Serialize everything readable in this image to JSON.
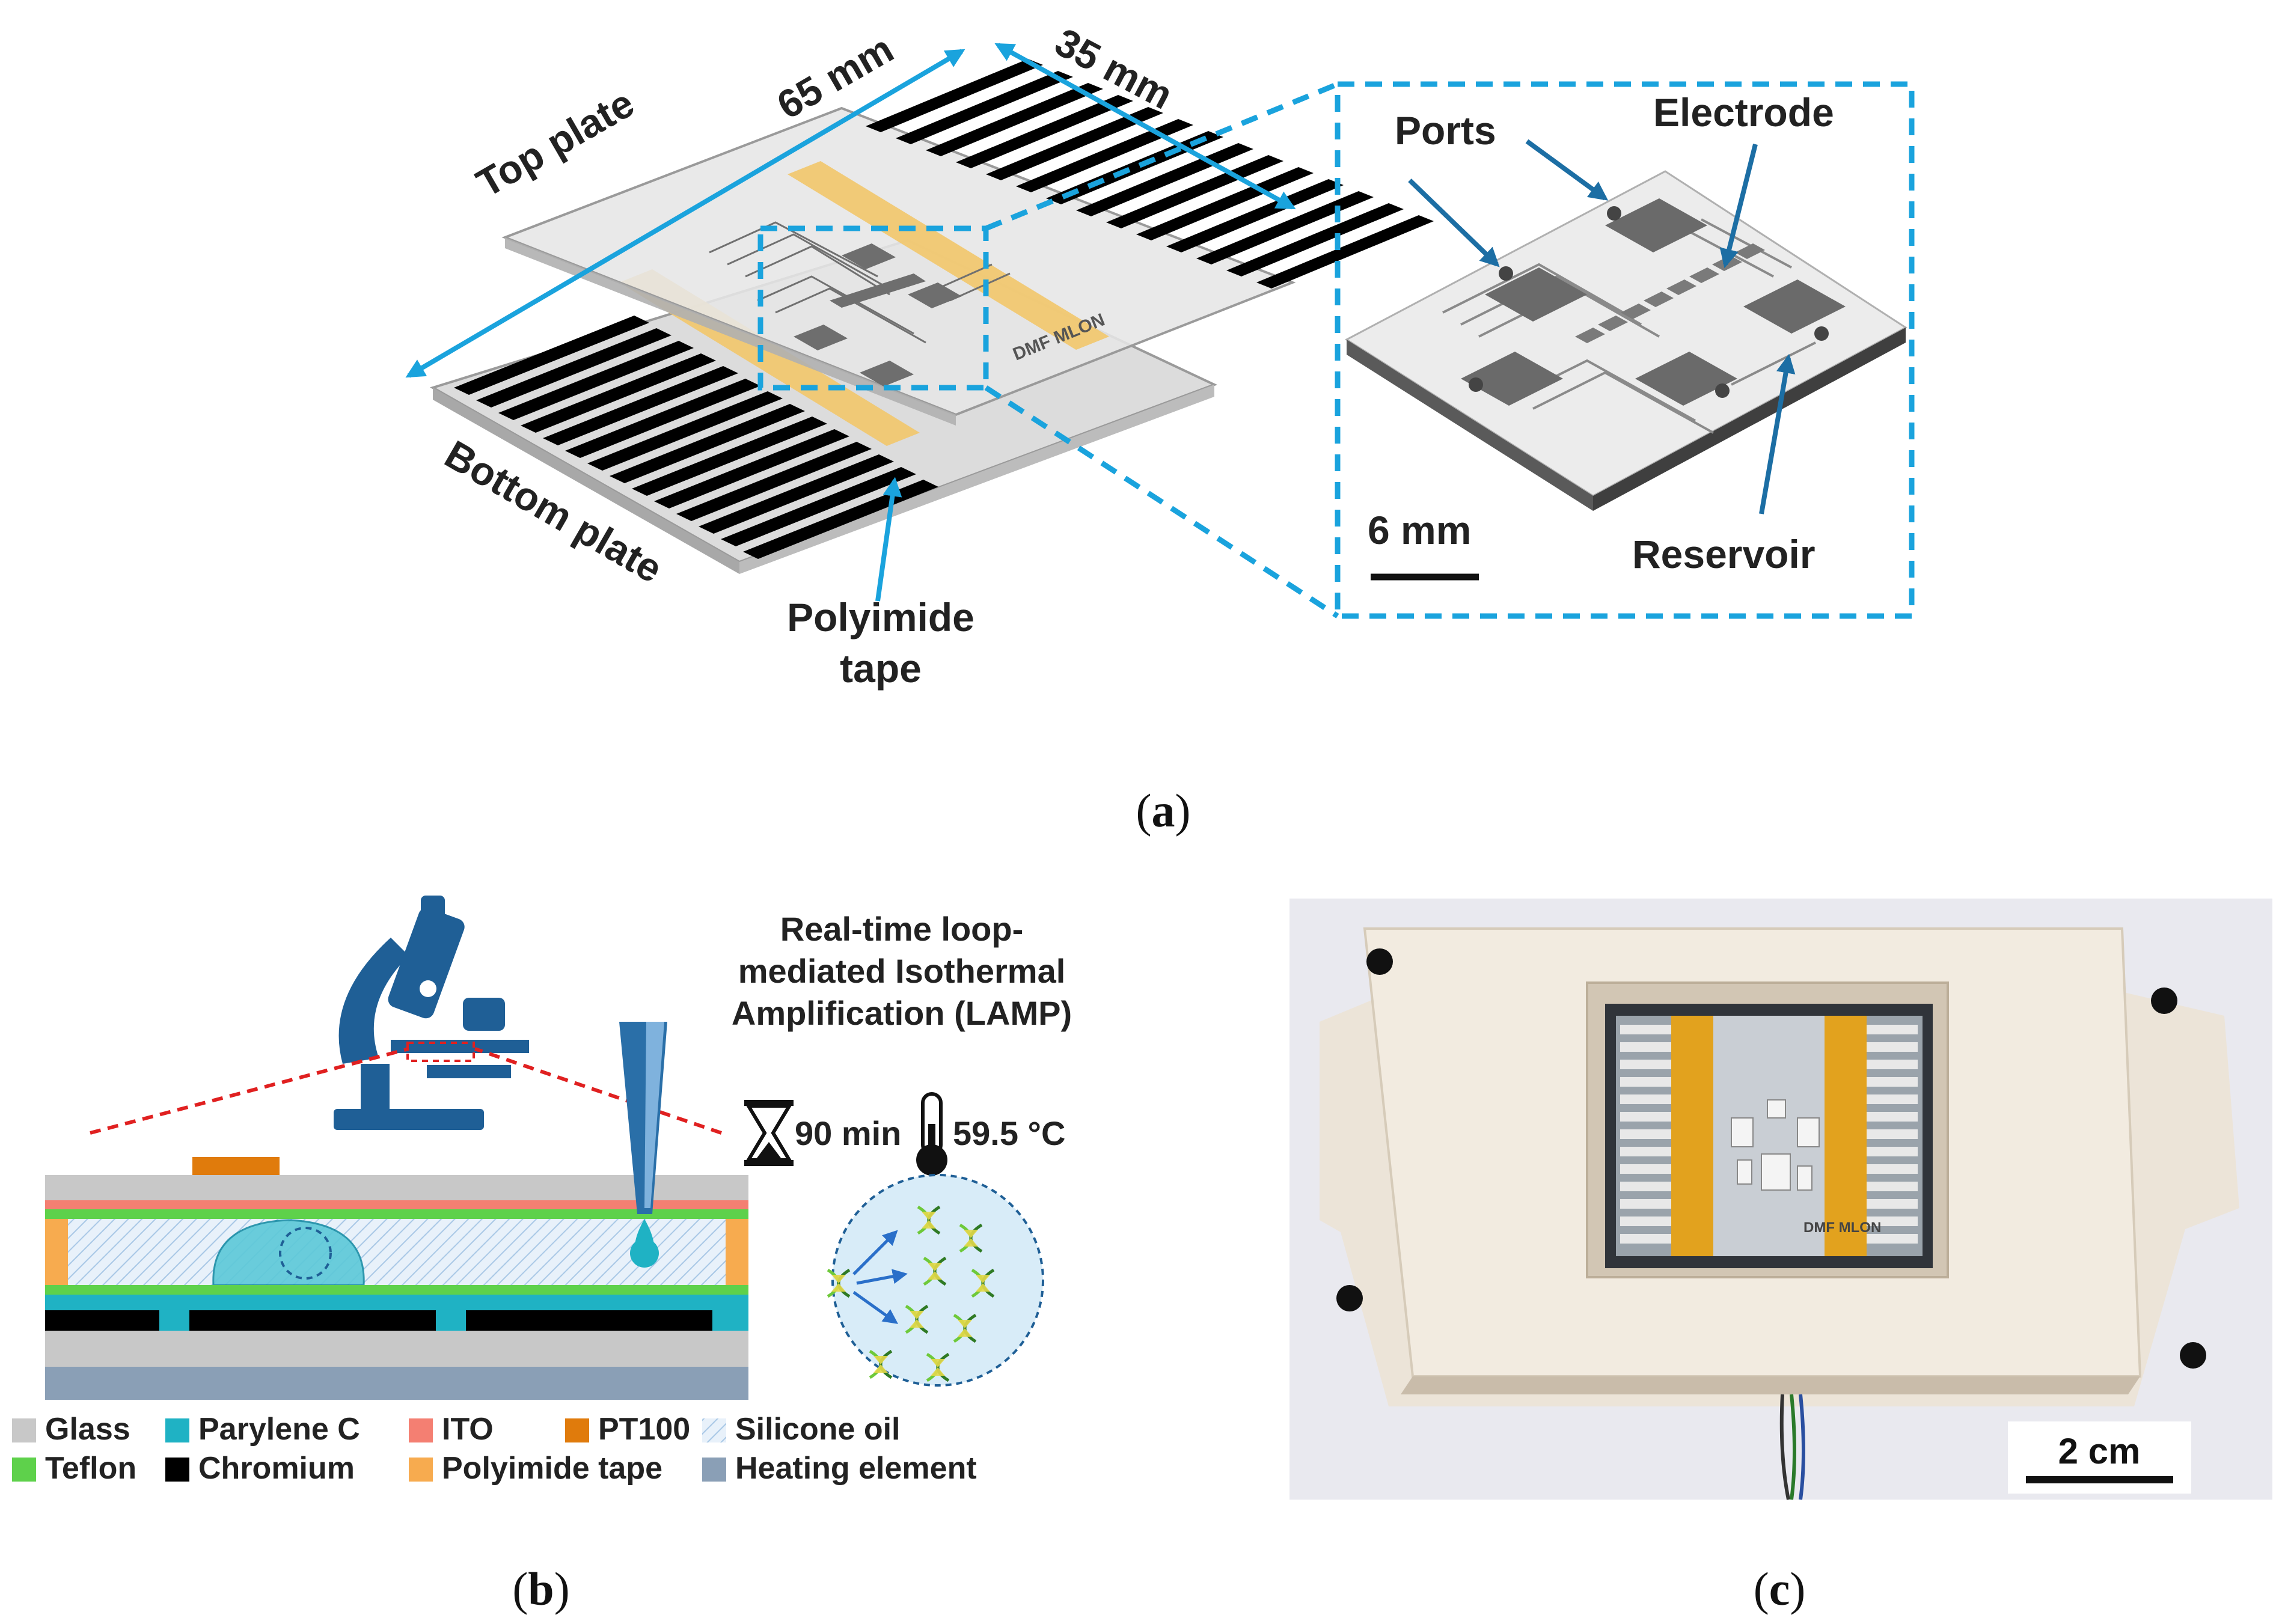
{
  "panel_a": {
    "label": "a",
    "top_plate_label": "Top plate",
    "bottom_plate_label": "Bottom plate",
    "length_label": "65 mm",
    "width_label": "35 mm",
    "tape_label_line1": "Polyimide",
    "tape_label_line2": "tape",
    "chip_text": "DMF MLON",
    "zoom": {
      "ports_label": "Ports",
      "electrode_label": "Electrode",
      "reservoir_label": "Reservoir",
      "scale_label": "6 mm"
    }
  },
  "panel_b": {
    "label": "b",
    "lamp_line1": "Real-time loop-",
    "lamp_line2": "mediated Isothermal",
    "lamp_line3": "Amplification (LAMP)",
    "time_label": "90 min",
    "temp_label": "59.5 °C",
    "legend": [
      {
        "name": "Glass",
        "color": "#c8c8c8"
      },
      {
        "name": "Parylene C",
        "color": "#1fb2c4"
      },
      {
        "name": "ITO",
        "color": "#f47f72"
      },
      {
        "name": "PT100",
        "color": "#e07b0c"
      },
      {
        "name": "Silicone oil",
        "color": "#cfe3f4"
      },
      {
        "name": "Teflon",
        "color": "#5ed14b"
      },
      {
        "name": "Chromium",
        "color": "#000000"
      },
      {
        "name": "Polyimide tape",
        "color": "#f7ab4f"
      },
      {
        "name": "Heating element",
        "color": "#8a9fb6"
      }
    ]
  },
  "panel_c": {
    "label": "c",
    "scale_label": "2 cm",
    "chip_text": "DMF MLON"
  },
  "colors": {
    "accent_blue": "#1aa3dd",
    "arrow_blue": "#1c6ea4",
    "tape_yellow": "#f2c76a",
    "microscope_blue": "#1f5f96",
    "red_dash": "#e02020"
  }
}
